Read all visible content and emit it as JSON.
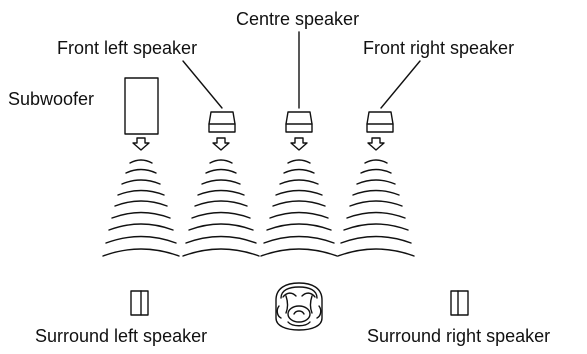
{
  "labels": {
    "centre_speaker": "Centre speaker",
    "front_left_speaker": "Front left speaker",
    "front_right_speaker": "Front right speaker",
    "subwoofer": "Subwoofer",
    "surround_left_speaker": "Surround left speaker",
    "surround_right_speaker": "Surround right speaker"
  },
  "colors": {
    "stroke": "#111111",
    "background": "#ffffff"
  },
  "icons": {
    "listener": "listener-head-icon",
    "speaker": "speaker-icon",
    "sound_waves": "sound-wave-icon",
    "arrow": "down-arrow-icon"
  }
}
